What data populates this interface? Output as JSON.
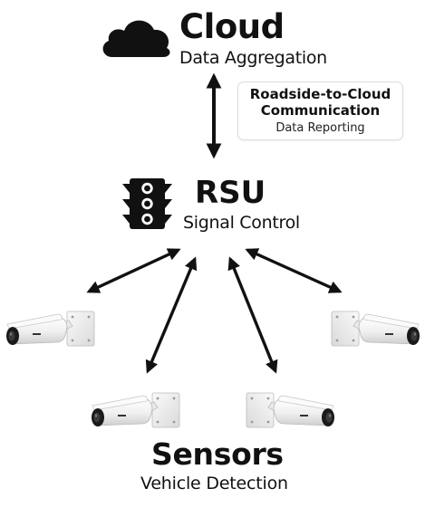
{
  "cloud": {
    "title": "Cloud",
    "subtitle": "Data Aggregation",
    "icon": "cloud-icon"
  },
  "link": {
    "title_line1": "Roadside-to-Cloud",
    "title_line2": "Communication",
    "subtitle": "Data Reporting"
  },
  "rsu": {
    "title": "RSU",
    "subtitle": "Signal Control",
    "icon": "traffic-light-icon"
  },
  "sensors": {
    "title": "Sensors",
    "subtitle": "Vehicle Detection",
    "icon": "bullet-camera-icon",
    "camera_count": 4
  },
  "colors": {
    "text": "#111111",
    "icon": "#111111",
    "arrow": "#111111",
    "camera_body": "#f4f4f4",
    "camera_lens": "#1a1a1a"
  }
}
